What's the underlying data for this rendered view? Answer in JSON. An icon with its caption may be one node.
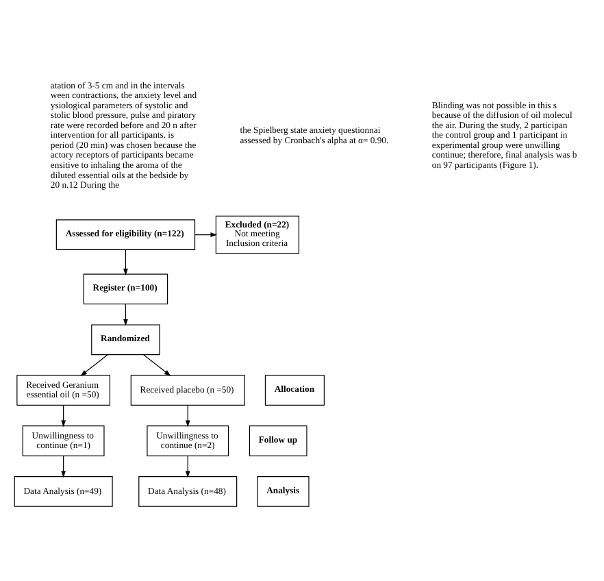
{
  "diagram": {
    "nodes": [
      {
        "text": [
          "Assessed for eligibility (n=122)"
        ]
      },
      {
        "text": [
          "Excluded (n=22)",
          "Not meeting Inclusion criteria"
        ]
      },
      {
        "text": [
          "Register (n=100)"
        ]
      },
      {
        "text": [
          "Randomized"
        ]
      },
      {
        "text": [
          "Received Geranium essential oil (n =50)"
        ]
      },
      {
        "text": [
          "Allocation"
        ]
      },
      {
        "text": [
          "Received placebo (n =50)"
        ]
      },
      {
        "text": [
          "Unwillingness to continue (n=1)"
        ]
      },
      {
        "text": [
          "Follow up"
        ]
      },
      {
        "text": [
          "Unwillingness to continue (n=2)"
        ]
      },
      {
        "text": [
          "Data Analysis (n=49)"
        ]
      },
      {
        "text": [
          "Analysis"
        ]
      },
      {
        "text": [
          "Data Analysis (n=48)"
        ]
      }
    ],
    "edges": [
      {
        "from": 0,
        "to": 2,
        "arrow": "to"
      },
      {
        "from": 0,
        "to": 1,
        "arrow": "to"
      },
      {
        "from": 2,
        "to": 3,
        "arrow": "to"
      },
      {
        "from": 3,
        "to": 4,
        "arrow": "to"
      },
      {
        "from": 3,
        "to": 6,
        "arrow": "to"
      },
      {
        "from": 4,
        "to": 7,
        "arrow": "to"
      },
      {
        "from": 7,
        "to": 10,
        "arrow": "to"
      },
      {
        "from": 6,
        "to": 9,
        "arrow": "to"
      },
      {
        "from": 9,
        "to": 12,
        "arrow": "to"
      }
    ],
    "labels": [
      "atation of 3-5 cm and in the intervals ween contractions, the anxiety level and ysiological parameters of systolic and stolic blood pressure, pulse and piratory rate were recorded before and 20 n after intervention for all participants. is period (20 min) was chosen because the actory receptors of participants became ensitive to inhaling the aroma of the diluted essential oils at the bedside by 20 n.12 During the",
      "the Spielberg state anxiety questionnai assessed by Cronbach's alpha at α= 0.90.",
      "Blinding was not possible in this s because of the diffusion of oil molecul the air. During the study, 2 participan the control group and 1 participant in experimental group were unwilling continue; therefore, final analysis was b on 97 participants (Figure 1)."
    ]
  }
}
